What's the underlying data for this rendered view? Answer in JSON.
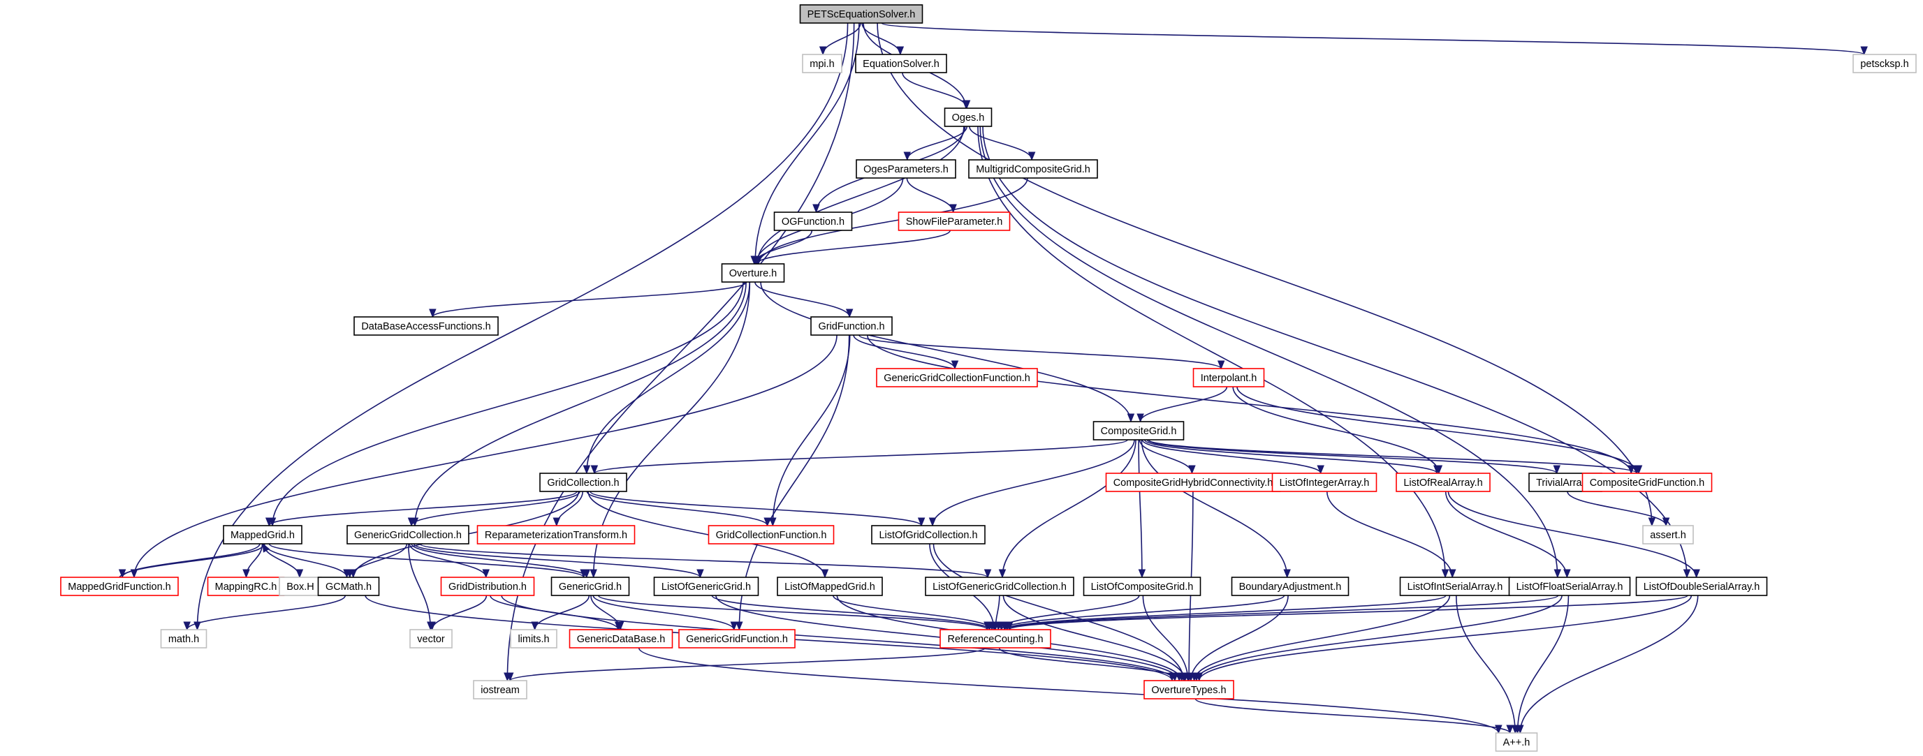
{
  "styles": {
    "root": {
      "fill": "#bfbfbf",
      "stroke": "#000000"
    },
    "normal": {
      "fill": "#ffffff",
      "stroke": "#000000"
    },
    "truncated": {
      "fill": "#ffffff",
      "stroke": "#ff0000"
    },
    "external": {
      "fill": "#ffffff",
      "stroke": "#bfbfbf"
    },
    "edge_color": "#191970"
  },
  "nodes": [
    {
      "id": "petsc",
      "label": "PETScEquationSolver.h",
      "style": "root"
    },
    {
      "id": "mpi",
      "label": "mpi.h",
      "style": "external"
    },
    {
      "id": "eqsolver",
      "label": "EquationSolver.h",
      "style": "normal"
    },
    {
      "id": "petscksp",
      "label": "petscksp.h",
      "style": "external"
    },
    {
      "id": "oges",
      "label": "Oges.h",
      "style": "normal"
    },
    {
      "id": "ogesparams",
      "label": "OgesParameters.h",
      "style": "normal"
    },
    {
      "id": "multigrid",
      "label": "MultigridCompositeGrid.h",
      "style": "normal"
    },
    {
      "id": "ogfunction",
      "label": "OGFunction.h",
      "style": "normal"
    },
    {
      "id": "showfile",
      "label": "ShowFileParameter.h",
      "style": "truncated"
    },
    {
      "id": "overture",
      "label": "Overture.h",
      "style": "normal"
    },
    {
      "id": "dbaccess",
      "label": "DataBaseAccessFunctions.h",
      "style": "normal"
    },
    {
      "id": "gridfunction",
      "label": "GridFunction.h",
      "style": "normal"
    },
    {
      "id": "ggcfunction",
      "label": "GenericGridCollectionFunction.h",
      "style": "truncated"
    },
    {
      "id": "interpolant",
      "label": "Interpolant.h",
      "style": "truncated"
    },
    {
      "id": "compositegrid",
      "label": "CompositeGrid.h",
      "style": "normal"
    },
    {
      "id": "gridcollection",
      "label": "GridCollection.h",
      "style": "normal"
    },
    {
      "id": "cghybrid",
      "label": "CompositeGridHybridConnectivity.h",
      "style": "truncated"
    },
    {
      "id": "listofinteger",
      "label": "ListOfIntegerArray.h",
      "style": "truncated"
    },
    {
      "id": "listofreal",
      "label": "ListOfRealArray.h",
      "style": "truncated"
    },
    {
      "id": "trivialarray",
      "label": "TrivialArray.h",
      "style": "normal"
    },
    {
      "id": "cgfunction",
      "label": "CompositeGridFunction.h",
      "style": "truncated"
    },
    {
      "id": "mappedgrid",
      "label": "MappedGrid.h",
      "style": "normal"
    },
    {
      "id": "ggcollection",
      "label": "GenericGridCollection.h",
      "style": "normal"
    },
    {
      "id": "reparam",
      "label": "ReparameterizationTransform.h",
      "style": "truncated"
    },
    {
      "id": "gcfunction",
      "label": "GridCollectionFunction.h",
      "style": "truncated"
    },
    {
      "id": "listofgc",
      "label": "ListOfGridCollection.h",
      "style": "normal"
    },
    {
      "id": "assert",
      "label": "assert.h",
      "style": "external"
    },
    {
      "id": "mgfunction",
      "label": "MappedGridFunction.h",
      "style": "truncated"
    },
    {
      "id": "mappingrc",
      "label": "MappingRC.h",
      "style": "truncated"
    },
    {
      "id": "boxh",
      "label": "Box.H",
      "style": "external"
    },
    {
      "id": "gcmath",
      "label": "GCMath.h",
      "style": "normal"
    },
    {
      "id": "griddist",
      "label": "GridDistribution.h",
      "style": "truncated"
    },
    {
      "id": "genericgrid",
      "label": "GenericGrid.h",
      "style": "normal"
    },
    {
      "id": "listofgenericgrid",
      "label": "ListOfGenericGrid.h",
      "style": "normal"
    },
    {
      "id": "listofmappedgrid",
      "label": "ListOfMappedGrid.h",
      "style": "normal"
    },
    {
      "id": "listofggc",
      "label": "ListOfGenericGridCollection.h",
      "style": "normal"
    },
    {
      "id": "listofcg",
      "label": "ListOfCompositeGrid.h",
      "style": "normal"
    },
    {
      "id": "boundaryadj",
      "label": "BoundaryAdjustment.h",
      "style": "normal"
    },
    {
      "id": "listofintserial",
      "label": "ListOfIntSerialArray.h",
      "style": "normal"
    },
    {
      "id": "listoffloatserial",
      "label": "ListOfFloatSerialArray.h",
      "style": "normal"
    },
    {
      "id": "listofdoubleserial",
      "label": "ListOfDoubleSerialArray.h",
      "style": "normal"
    },
    {
      "id": "mathh",
      "label": "math.h",
      "style": "external"
    },
    {
      "id": "vector",
      "label": "vector",
      "style": "external"
    },
    {
      "id": "limits",
      "label": "limits.h",
      "style": "external"
    },
    {
      "id": "genericdb",
      "label": "GenericDataBase.h",
      "style": "truncated"
    },
    {
      "id": "ggfunction",
      "label": "GenericGridFunction.h",
      "style": "truncated"
    },
    {
      "id": "refcount",
      "label": "ReferenceCounting.h",
      "style": "truncated"
    },
    {
      "id": "iostream",
      "label": "iostream",
      "style": "external"
    },
    {
      "id": "overturetypes",
      "label": "OvertureTypes.h",
      "style": "truncated"
    },
    {
      "id": "app",
      "label": "A++.h",
      "style": "external"
    }
  ],
  "edges": [
    [
      "petsc",
      "mpi"
    ],
    [
      "petsc",
      "eqsolver"
    ],
    [
      "petsc",
      "oges"
    ],
    [
      "petsc",
      "overture"
    ],
    [
      "petsc",
      "petscksp"
    ],
    [
      "petsc",
      "mathh"
    ],
    [
      "petsc",
      "iostream"
    ],
    [
      "petsc",
      "assert"
    ],
    [
      "eqsolver",
      "oges"
    ],
    [
      "oges",
      "ogesparams"
    ],
    [
      "oges",
      "multigrid"
    ],
    [
      "oges",
      "ogfunction"
    ],
    [
      "oges",
      "overture"
    ],
    [
      "oges",
      "listofintserial"
    ],
    [
      "oges",
      "listoffloatserial"
    ],
    [
      "oges",
      "listofdoubleserial"
    ],
    [
      "ogesparams",
      "showfile"
    ],
    [
      "ogesparams",
      "overture"
    ],
    [
      "multigrid",
      "overture"
    ],
    [
      "ogfunction",
      "overture"
    ],
    [
      "showfile",
      "overture"
    ],
    [
      "overture",
      "dbaccess"
    ],
    [
      "overture",
      "gridfunction"
    ],
    [
      "overture",
      "compositegrid"
    ],
    [
      "overture",
      "gridcollection"
    ],
    [
      "overture",
      "mappedgrid"
    ],
    [
      "overture",
      "ggcollection"
    ],
    [
      "overture",
      "genericgrid"
    ],
    [
      "gridfunction",
      "ggcfunction"
    ],
    [
      "gridfunction",
      "interpolant"
    ],
    [
      "gridfunction",
      "cgfunction"
    ],
    [
      "gridfunction",
      "gcfunction"
    ],
    [
      "gridfunction",
      "mgfunction"
    ],
    [
      "gridfunction",
      "ggfunction"
    ],
    [
      "interpolant",
      "compositegrid"
    ],
    [
      "interpolant",
      "listofreal"
    ],
    [
      "interpolant",
      "cgfunction"
    ],
    [
      "compositegrid",
      "gridcollection"
    ],
    [
      "compositegrid",
      "cghybrid"
    ],
    [
      "compositegrid",
      "listofinteger"
    ],
    [
      "compositegrid",
      "listofreal"
    ],
    [
      "compositegrid",
      "trivialarray"
    ],
    [
      "compositegrid",
      "cgfunction"
    ],
    [
      "compositegrid",
      "listofgc"
    ],
    [
      "compositegrid",
      "listofggc"
    ],
    [
      "compositegrid",
      "listofcg"
    ],
    [
      "compositegrid",
      "boundaryadj"
    ],
    [
      "gridcollection",
      "mappedgrid"
    ],
    [
      "gridcollection",
      "ggcollection"
    ],
    [
      "gridcollection",
      "reparam"
    ],
    [
      "gridcollection",
      "gcfunction"
    ],
    [
      "gridcollection",
      "listofgc"
    ],
    [
      "gridcollection",
      "gcmath"
    ],
    [
      "gridcollection",
      "listofmappedgrid"
    ],
    [
      "mappedgrid",
      "mgfunction"
    ],
    [
      "mgfunction",
      "mappedgrid"
    ],
    [
      "mappedgrid",
      "mappingrc"
    ],
    [
      "mappedgrid",
      "boxh"
    ],
    [
      "mappedgrid",
      "gcmath"
    ],
    [
      "mappedgrid",
      "genericgrid"
    ],
    [
      "ggcollection",
      "gcmath"
    ],
    [
      "ggcollection",
      "griddist"
    ],
    [
      "ggcollection",
      "genericgrid"
    ],
    [
      "ggcollection",
      "listofgenericgrid"
    ],
    [
      "ggcollection",
      "listofggc"
    ],
    [
      "ggcollection",
      "vector"
    ],
    [
      "griddist",
      "vector"
    ],
    [
      "griddist",
      "genericdb"
    ],
    [
      "griddist",
      "overturetypes"
    ],
    [
      "genericgrid",
      "limits"
    ],
    [
      "genericgrid",
      "genericdb"
    ],
    [
      "genericgrid",
      "ggfunction"
    ],
    [
      "genericgrid",
      "refcount"
    ],
    [
      "gcmath",
      "mathh"
    ],
    [
      "gcmath",
      "overturetypes"
    ],
    [
      "listofgenericgrid",
      "refcount"
    ],
    [
      "listofgenericgrid",
      "overturetypes"
    ],
    [
      "listofmappedgrid",
      "refcount"
    ],
    [
      "listofmappedgrid",
      "overturetypes"
    ],
    [
      "listofgc",
      "refcount"
    ],
    [
      "listofgc",
      "overturetypes"
    ],
    [
      "listofggc",
      "refcount"
    ],
    [
      "listofggc",
      "overturetypes"
    ],
    [
      "listofcg",
      "refcount"
    ],
    [
      "listofcg",
      "overturetypes"
    ],
    [
      "boundaryadj",
      "refcount"
    ],
    [
      "boundaryadj",
      "overturetypes"
    ],
    [
      "cghybrid",
      "overturetypes"
    ],
    [
      "trivialarray",
      "assert"
    ],
    [
      "listofinteger",
      "listofintserial"
    ],
    [
      "listofreal",
      "listoffloatserial"
    ],
    [
      "listofreal",
      "listofdoubleserial"
    ],
    [
      "listofintserial",
      "refcount"
    ],
    [
      "listofintserial",
      "overturetypes"
    ],
    [
      "listofintserial",
      "app"
    ],
    [
      "listoffloatserial",
      "refcount"
    ],
    [
      "listoffloatserial",
      "overturetypes"
    ],
    [
      "listoffloatserial",
      "app"
    ],
    [
      "listofdoubleserial",
      "refcount"
    ],
    [
      "listofdoubleserial",
      "overturetypes"
    ],
    [
      "listofdoubleserial",
      "app"
    ],
    [
      "refcount",
      "iostream"
    ],
    [
      "refcount",
      "overturetypes"
    ],
    [
      "overturetypes",
      "app"
    ],
    [
      "genericdb",
      "app"
    ]
  ]
}
